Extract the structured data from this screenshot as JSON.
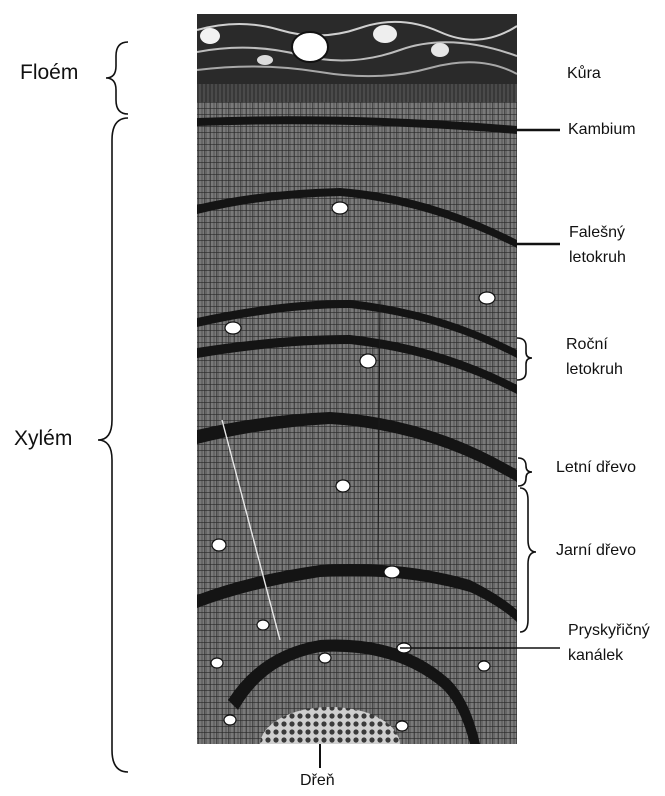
{
  "labels": {
    "phloem": "Floém",
    "xylem": "Xylém",
    "bark": "Kůra",
    "cambium": "Kambium",
    "false_ring_line1": "Falešný",
    "false_ring_line2": "letokruh",
    "annual_ring_line1": "Roční",
    "annual_ring_line2": "letokruh",
    "latewood": "Letní dřevo",
    "earlywood": "Jarní dřevo",
    "resin_canal_line1": "Pryskyřičný",
    "resin_canal_line2": "kanálek",
    "pith": "Dřeň"
  },
  "colors": {
    "ink": "#111111",
    "wood": "#6f6f6f",
    "wood_light": "#9a9a9a",
    "latewood_band": "#141414",
    "pore": "#ffffff"
  }
}
